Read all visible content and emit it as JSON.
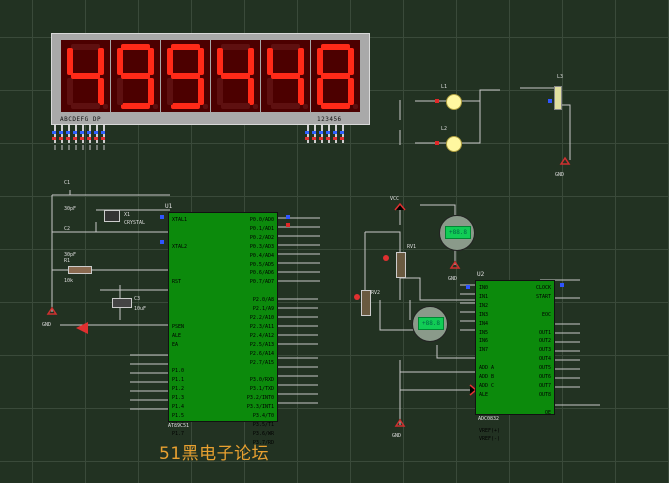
{
  "display": {
    "digits": [
      "4",
      "9",
      "9",
      "4",
      "4",
      "8"
    ],
    "label_left": "ABCDEFG  DP",
    "label_right": "123456"
  },
  "mcu": {
    "name": "U1",
    "part": "AT89C51",
    "left_pins": [
      "XTAL1",
      "",
      "",
      "XTAL2",
      "",
      "",
      "",
      "RST",
      "",
      "",
      "",
      "",
      "PSEN",
      "ALE",
      "EA",
      "",
      "",
      "P1.0",
      "P1.1",
      "P1.2",
      "P1.3",
      "P1.4",
      "P1.5",
      "P1.6",
      "P1.7"
    ],
    "right_pins": [
      "P0.0/AD0",
      "P0.1/AD1",
      "P0.2/AD2",
      "P0.3/AD3",
      "P0.4/AD4",
      "P0.5/AD5",
      "P0.6/AD6",
      "P0.7/AD7",
      "",
      "P2.0/A8",
      "P2.1/A9",
      "P2.2/A10",
      "P2.3/A11",
      "P2.4/A12",
      "P2.5/A13",
      "P2.6/A14",
      "P2.7/A15",
      "",
      "P3.0/RXD",
      "P3.1/TXD",
      "P3.2/INT0",
      "P3.3/INT1",
      "P3.4/T0",
      "P3.5/T1",
      "P3.6/WR",
      "P3.7/RD"
    ]
  },
  "adc": {
    "name": "U2",
    "part": "ADC0832",
    "left_pins": [
      "IN0",
      "IN1",
      "IN2",
      "IN3",
      "IN4",
      "IN5",
      "IN6",
      "IN7",
      "",
      "ADD A",
      "ADD B",
      "ADD C",
      "ALE",
      "",
      "",
      "",
      "VREF(+)",
      "VREF(-)"
    ],
    "right_pins": [
      "CLOCK",
      "START",
      "",
      "EOC",
      "",
      "OUT1",
      "OUT2",
      "OUT3",
      "OUT4",
      "OUT5",
      "OUT6",
      "OUT7",
      "OUT8",
      "",
      "OE"
    ]
  },
  "components": {
    "c1": "C1",
    "c1_val": "30pF",
    "c2": "C2",
    "c2_val": "30pF",
    "c3": "C3",
    "c3_val": "10uF",
    "x1": "X1",
    "x1_val": "CRYSTAL",
    "r1": "R1",
    "r1_val": "10k",
    "rv1": "RV1",
    "rv2": "RV2",
    "l1": "L1",
    "l2": "L2",
    "l3": "L3",
    "vcc": "VCC",
    "gnd": "GND",
    "meter_reading": "+88.8"
  },
  "watermark": "51黑电子论坛",
  "colors": {
    "background": "#223222",
    "chip": "#0c8a0c",
    "segment_on": "#ff2a18",
    "wire": "#c8c8c8",
    "watermark": "#e8a030"
  }
}
